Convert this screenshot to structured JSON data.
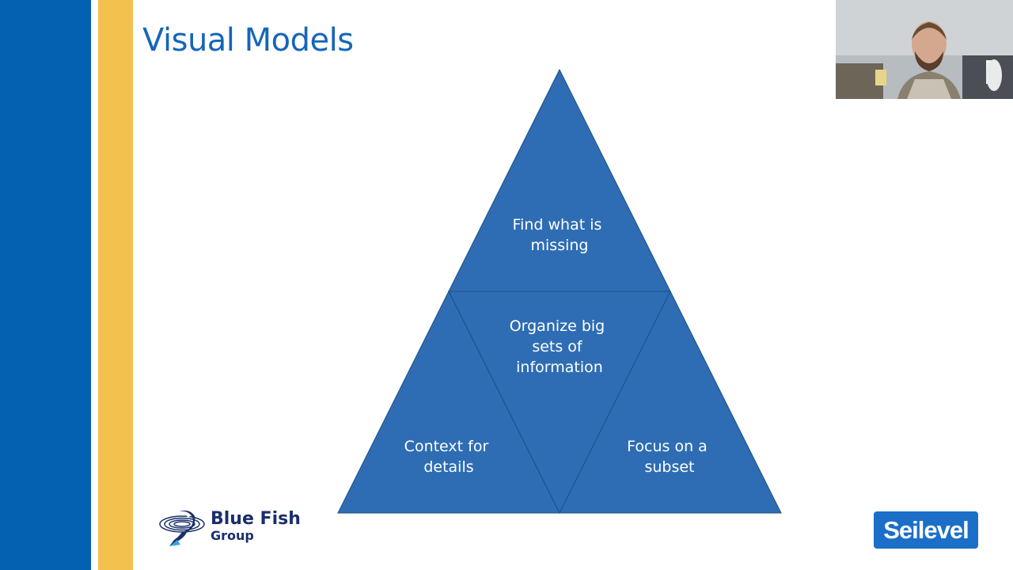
{
  "slide": {
    "title": "Visual Models"
  },
  "diagram": {
    "top": [
      "Find what is",
      "missing"
    ],
    "center": [
      "Organize big",
      "sets of",
      "information"
    ],
    "left": [
      "Context for",
      "details"
    ],
    "right": [
      "Focus on a",
      "subset"
    ]
  },
  "logos": {
    "bluefish_name": "Blue Fish",
    "bluefish_sub": "Group",
    "seilevel": "Seilevel"
  },
  "colors": {
    "left_bar": "#0460B0",
    "accent_bar": "#F2C14E",
    "triangle_fill": "#2E6DB4",
    "title": "#1666B8"
  }
}
